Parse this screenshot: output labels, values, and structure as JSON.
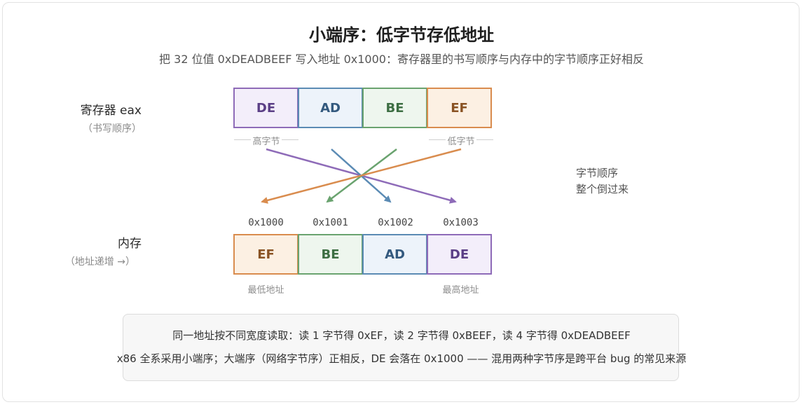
{
  "title": "小端序：低字节存低地址",
  "subtitle": "把 32 位值 0xDEADBEEF 写入地址 0x1000：寄存器里的书写顺序与内存中的字节顺序正好相反",
  "register": {
    "label": "寄存器 eax",
    "sublabel": "（书写顺序）",
    "bytes": [
      "DE",
      "AD",
      "BE",
      "EF"
    ],
    "high_label": "高字节",
    "low_label": "低字节"
  },
  "memory": {
    "label": "内存",
    "sublabel": "（地址递增 →）",
    "addresses": [
      "0x1000",
      "0x1001",
      "0x1002",
      "0x1003"
    ],
    "bytes": [
      "EF",
      "BE",
      "AD",
      "DE"
    ],
    "low_addr_label": "最低地址",
    "high_addr_label": "最高地址"
  },
  "side_note": {
    "line1": "字节顺序",
    "line2": "整个倒过来"
  },
  "note": {
    "line1": "同一地址按不同宽度读取：读 1 字节得 0xEF，读 2 字节得 0xBEEF，读 4 字节得 0xDEADBEEF",
    "line2": "x86 全系采用小端序；大端序（网络字节序）正相反，DE 会落在 0x1000 —— 混用两种字节序是跨平台 bug 的常见来源"
  },
  "colors": {
    "DE": {
      "fill": "#f3eefa",
      "border": "#8e6bb8",
      "text": "#5b3f86"
    },
    "AD": {
      "fill": "#edf3fa",
      "border": "#5b8bb4",
      "text": "#33597e"
    },
    "BE": {
      "fill": "#eef6ee",
      "border": "#6aa36f",
      "text": "#3d6e43"
    },
    "EF": {
      "fill": "#fcf0e3",
      "border": "#d98c4e",
      "text": "#8a5324"
    }
  }
}
